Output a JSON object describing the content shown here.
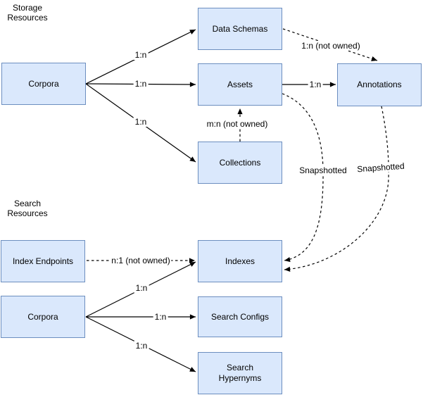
{
  "colors": {
    "background": "#ffffff",
    "node_fill": "#dae8fc",
    "node_stroke": "#6c8ebf",
    "line": "#000000",
    "text": "#000000"
  },
  "sections": {
    "storage": {
      "label": "Storage\nResources"
    },
    "search": {
      "label": "Search\nResources"
    }
  },
  "nodes": {
    "corpora_storage": {
      "label": "Corpora"
    },
    "data_schemas": {
      "label": "Data Schemas"
    },
    "assets": {
      "label": "Assets"
    },
    "annotations": {
      "label": "Annotations"
    },
    "collections": {
      "label": "Collections"
    },
    "index_endpoints": {
      "label": "Index Endpoints"
    },
    "indexes": {
      "label": "Indexes"
    },
    "corpora_search": {
      "label": "Corpora"
    },
    "search_configs": {
      "label": "Search Configs"
    },
    "search_hypernyms": {
      "label": "Search\nHypernyms"
    }
  },
  "edges": {
    "corpora_to_data_schemas": {
      "label": "1:n",
      "style": "solid"
    },
    "corpora_to_assets": {
      "label": "1:n",
      "style": "solid"
    },
    "corpora_to_collections": {
      "label": "1:n",
      "style": "solid"
    },
    "assets_to_annotations": {
      "label": "1:n",
      "style": "solid"
    },
    "data_schemas_to_annotations": {
      "label": "1:n (not owned)",
      "style": "dashed"
    },
    "collections_to_assets": {
      "label": "m:n (not owned)",
      "style": "dashed"
    },
    "index_endpoints_to_indexes": {
      "label": "n:1 (not owned)",
      "style": "dashed"
    },
    "corpora_search_to_indexes": {
      "label": "1:n",
      "style": "solid"
    },
    "corpora_search_to_search_configs": {
      "label": "1:n",
      "style": "solid"
    },
    "corpora_search_to_search_hypernyms": {
      "label": "1:n",
      "style": "solid"
    },
    "assets_to_indexes": {
      "label": "Snapshotted",
      "style": "dashed"
    },
    "annotations_to_indexes": {
      "label": "Snapshotted",
      "style": "dashed"
    }
  }
}
